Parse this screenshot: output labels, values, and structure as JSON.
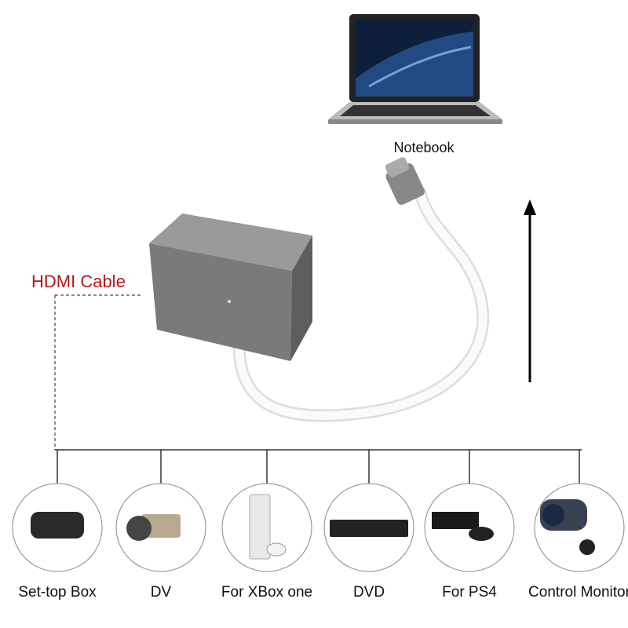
{
  "notebook_label": "Notebook",
  "cable_label": "HDMI Cable",
  "devices": [
    {
      "label": "Set-top Box",
      "icon": "set-top-box-icon"
    },
    {
      "label": "DV",
      "icon": "camcorder-icon"
    },
    {
      "label": "For XBox one",
      "icon": "xbox-console-icon"
    },
    {
      "label": "DVD",
      "icon": "dvd-player-icon"
    },
    {
      "label": "For PS4",
      "icon": "ps4-console-icon"
    },
    {
      "label": "Control Monitor",
      "icon": "security-camera-icon"
    }
  ],
  "colors": {
    "cable_label": "#b01818",
    "device_body": "#777777",
    "lines": "#333333"
  }
}
